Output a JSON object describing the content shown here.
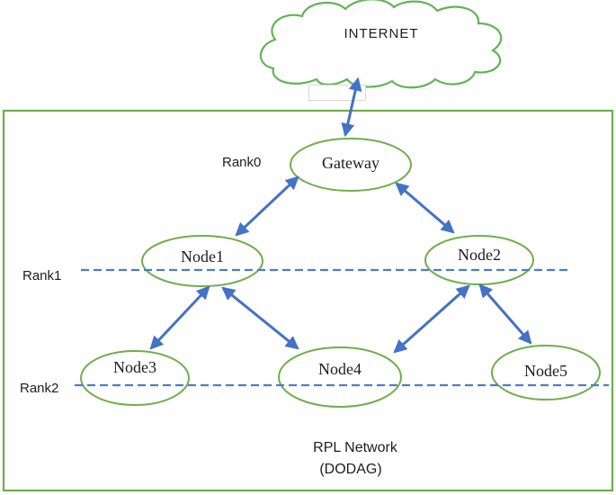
{
  "figure": {
    "internet_label": "INTERNET",
    "rank_labels": [
      "Rank0",
      "Rank1",
      "Rank2"
    ],
    "nodes": [
      {
        "id": "gateway",
        "label": "Gateway",
        "rank": "Rank0"
      },
      {
        "id": "node1",
        "label": "Node1",
        "rank": "Rank1"
      },
      {
        "id": "node2",
        "label": "Node2",
        "rank": "Rank1"
      },
      {
        "id": "node3",
        "label": "Node3",
        "rank": "Rank2"
      },
      {
        "id": "node4",
        "label": "Node4",
        "rank": "Rank2"
      },
      {
        "id": "node5",
        "label": "Node5",
        "rank": "Rank2"
      }
    ],
    "links": [
      {
        "from": "INTERNET",
        "to": "Gateway",
        "bidirectional": true
      },
      {
        "from": "Gateway",
        "to": "Node1",
        "bidirectional": true
      },
      {
        "from": "Gateway",
        "to": "Node2",
        "bidirectional": true
      },
      {
        "from": "Node1",
        "to": "Node3",
        "bidirectional": true
      },
      {
        "from": "Node1",
        "to": "Node4",
        "bidirectional": true
      },
      {
        "from": "Node2",
        "to": "Node4",
        "bidirectional": true
      },
      {
        "from": "Node2",
        "to": "Node5",
        "bidirectional": true
      }
    ],
    "caption": [
      "RPL Network",
      "(DODAG)"
    ],
    "colors": {
      "outline_green": "#6fae4b",
      "cloud_green": "#62b356",
      "arrow_blue": "#4472c4",
      "rank_line_blue": "#4d7cc9",
      "text": "#1c1c1c",
      "artifact_border": "#d9d9d9"
    }
  }
}
